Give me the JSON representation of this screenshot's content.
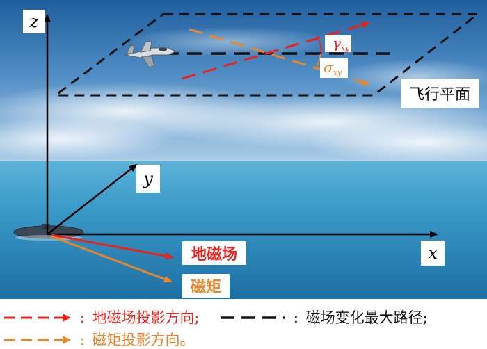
{
  "colors": {
    "geomagnetic": "#e8231c",
    "moment": "#e8862c",
    "max_path": "#111111",
    "axis": "#000000"
  },
  "labels": {
    "z": "z",
    "y": "y",
    "x": "x",
    "flight_plane": "飞行平面",
    "gamma": "γ",
    "sigma": "σ",
    "angle_subscript": "xy",
    "geomagnetic_field": "地磁场",
    "magnetic_moment": "磁矩"
  },
  "legend": {
    "geomagnetic_projection": "地磁场投影方向;",
    "max_change_path": "磁场变化最大路径;",
    "moment_projection": "磁矩投影方向。",
    "separator": ":"
  },
  "icons": {
    "aircraft": "fighter-jet-icon",
    "submarine": "submarine-icon"
  }
}
